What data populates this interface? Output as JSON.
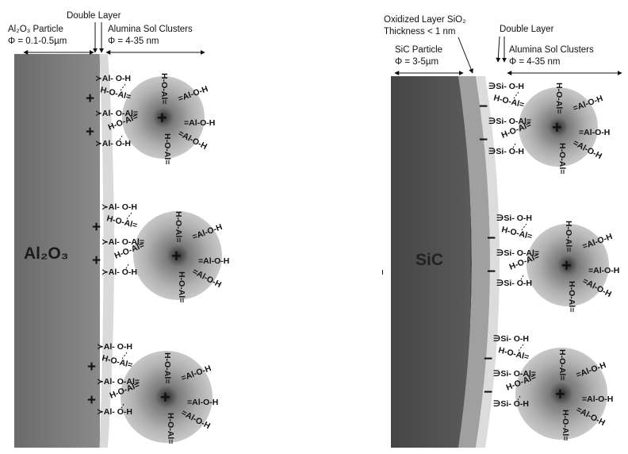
{
  "left": {
    "top_label": "Double Layer",
    "particle_label": [
      "Al₂O₃ Particle",
      "Φ = 0.1-0.5µm"
    ],
    "cluster_label": [
      "Alumina Sol Clusters",
      "Φ = 4-35 nm"
    ],
    "particle_name": "Al₂O₃",
    "surface_charge": "+",
    "surface_groups": [
      "≻Al- O-H",
      "H-O-Al=",
      "≻Al- O-Al=",
      "H-O-Al=",
      "≻Al- O-H"
    ],
    "cluster_center": "+",
    "cluster_groups": [
      "H-O-Al=",
      "=Al-O-H",
      "=Al-O-H",
      "=Al-O-H",
      "H-O-Al="
    ]
  },
  "right": {
    "oxide_label": [
      "Oxidized Layer SiO₂",
      "Thickness < 1 nm"
    ],
    "top_label": "Double Layer",
    "particle_label": [
      "SiC Particle",
      "Φ = 3-5µm"
    ],
    "cluster_label": [
      "Alumina Sol Clusters",
      "Φ = 4-35 nm"
    ],
    "particle_name": "SiC",
    "surface_charge": "−",
    "surface_groups": [
      "∋Si- O-H",
      "H-O-Al=",
      "∋Si- O-Al=",
      "H-O-Al=",
      "∋Si- O-H"
    ],
    "cluster_center": "+",
    "cluster_groups": [
      "H-O-Al=",
      "=Al-O-H",
      "=Al-O-H",
      "=Al-O-H",
      "H-O-Al="
    ]
  },
  "stray_mark": "ı",
  "colors": {
    "particle_left": "#6f6f6f",
    "particle_right": "#4a4a4a",
    "oxide": "#9a9a9a",
    "double_layer": "#dcdcdc",
    "cluster": "#a8a8a8"
  }
}
